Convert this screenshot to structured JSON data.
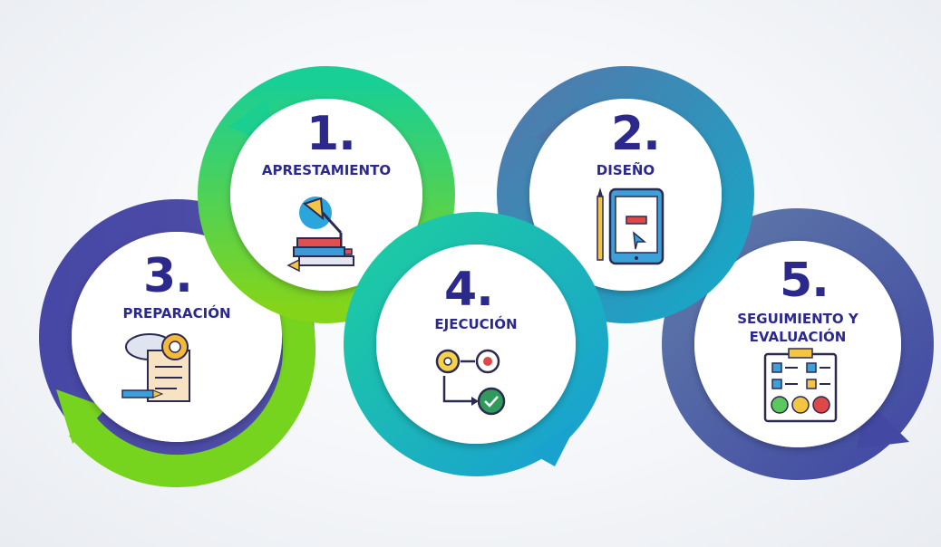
{
  "steps": [
    {
      "number": "1.",
      "label": "APRESTAMIENTO",
      "icon": "desk-lamp-books-icon",
      "ring_color": "#1ccf8f",
      "ring_color_2": "#7ad21f"
    },
    {
      "number": "2.",
      "label": "DISEÑO",
      "icon": "tablet-stylus-design-icon",
      "ring_color": "#4f78aa",
      "ring_color_2": "#16a7c9"
    },
    {
      "number": "3.",
      "label": "PREPARACIÓN",
      "icon": "checklist-gear-pencil-icon",
      "ring_color": "#4a4aa6",
      "ring_color_2": "#78d620"
    },
    {
      "number": "4.",
      "label": "EJECUCIÓN",
      "icon": "process-gears-flow-icon",
      "ring_color": "#19c4b0",
      "ring_color_2": "#1da0d0"
    },
    {
      "number": "5.",
      "label_line1": "SEGUIMIENTO Y",
      "label_line2": "EVALUACIÓN",
      "icon": "evaluation-clipboard-faces-icon",
      "ring_color": "#5b78a6",
      "ring_color_2": "#4349a3"
    }
  ],
  "colors": {
    "text": "#2b2a8c",
    "background": "#f3f5f8"
  }
}
